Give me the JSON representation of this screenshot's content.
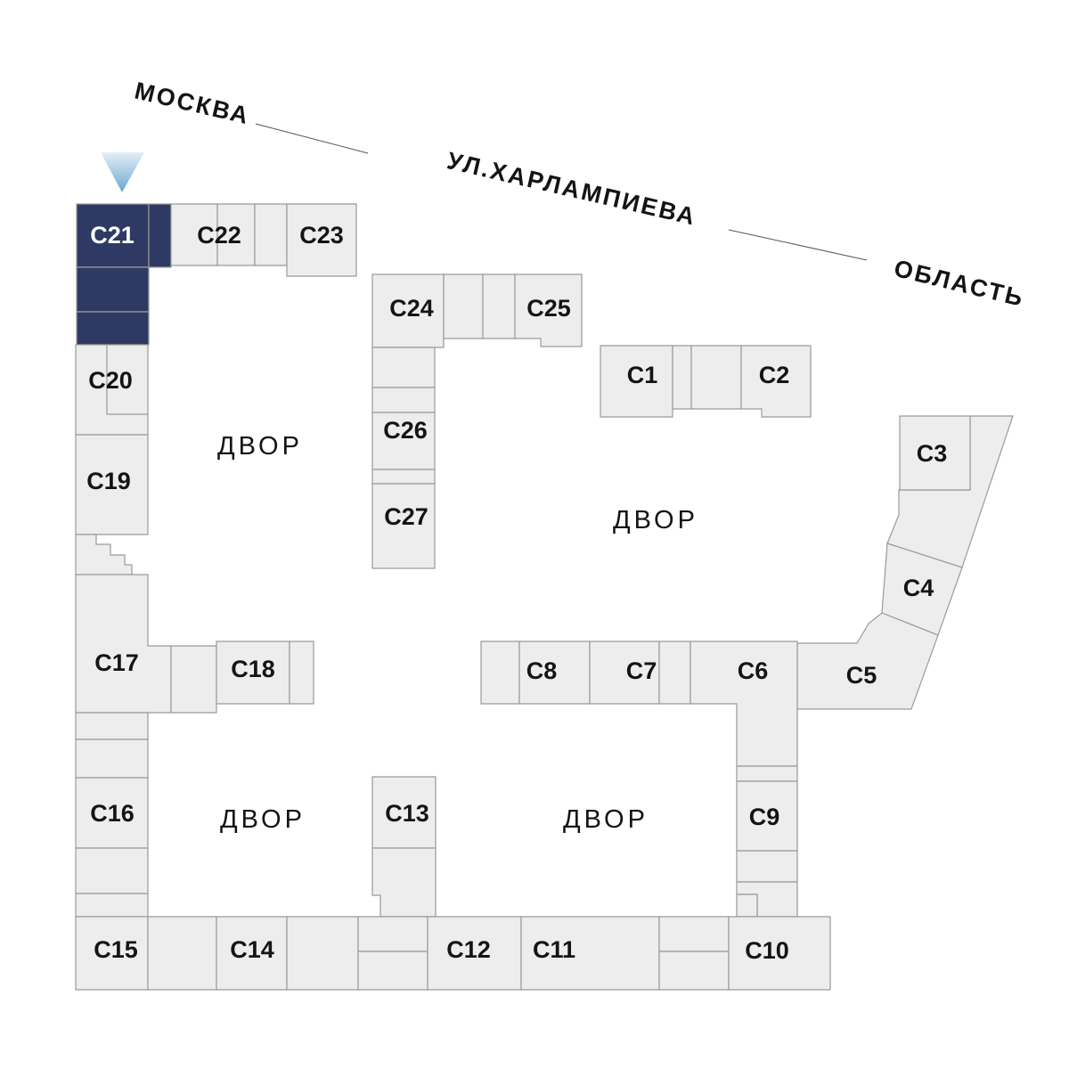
{
  "legend": {
    "city": "МОСКВА",
    "street": "УЛ.ХАРЛАМПИЕВА",
    "region": "ОБЛАСТЬ"
  },
  "courtyard_label": "ДВОР",
  "selected_building": "С21",
  "buildings": {
    "c1": "С1",
    "c2": "С2",
    "c3": "С3",
    "c4": "С4",
    "c5": "С5",
    "c6": "С6",
    "c7": "С7",
    "c8": "С8",
    "c9": "С9",
    "c10": "С10",
    "c11": "С11",
    "c12": "С12",
    "c13": "С13",
    "c14": "С14",
    "c15": "С15",
    "c16": "С16",
    "c17": "С17",
    "c18": "С18",
    "c19": "С19",
    "c20": "С20",
    "c21": "С21",
    "c22": "С22",
    "c23": "С23",
    "c24": "С24",
    "c25": "С25",
    "c26": "С26",
    "c27": "С27"
  },
  "colors": {
    "building-fill": "#ededed",
    "building-stroke": "#9a9a9a",
    "selected-fill": "#2e3a63",
    "selected-text": "#ffffff",
    "label-text": "#141414",
    "street-line": "#555555",
    "marker-top": "#e2eff7",
    "marker-bottom": "#6ba6cf",
    "page-bg": "#ffffff"
  }
}
